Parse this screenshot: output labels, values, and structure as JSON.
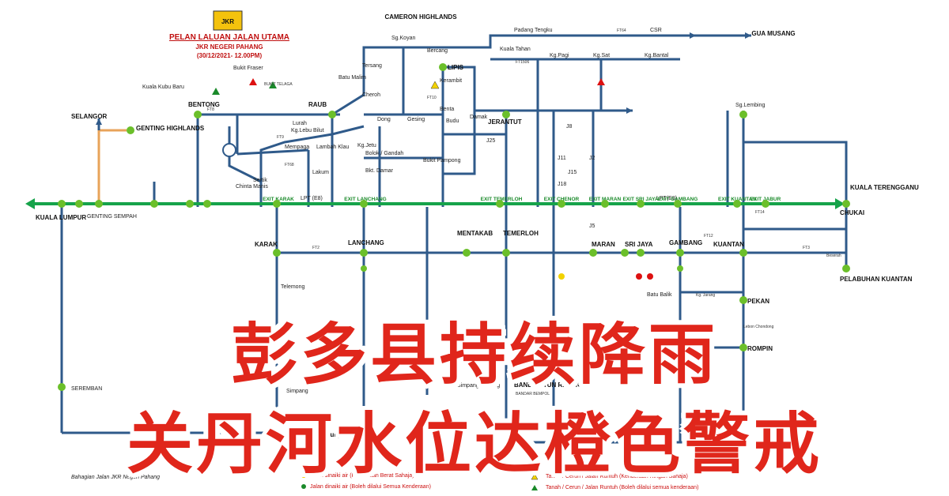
{
  "header": {
    "title": "PELAN LALUAN JALAN UTAMA",
    "subtitle": "JKR NEGERI PAHANG",
    "date": "(30/12/2021- 12.00PM)",
    "logo_text": "JKR"
  },
  "headline": {
    "line1": "彭多县持续降雨",
    "line2": "关丹河水位达橙色警戒"
  },
  "footer_credit": "Bahagian Jalan JKR Negeri Pahang",
  "highway": {
    "name": "LPT (E8)",
    "name2": "LPT(E8)",
    "exits": [
      "EXIT KARAK",
      "EXIT LANCHANG",
      "EXIT TEMERLOH",
      "EXIT CHENOR",
      "EXIT MARAN",
      "EXIT SRI JAYA",
      "EXIT GAMBANG",
      "EXIT KUANTAN",
      "EXIT JABUR"
    ]
  },
  "places": {
    "cameron_highlands": "CAMERON HIGHLANDS",
    "gua_musang": "GUA MUSANG",
    "selangor": "SELANGOR",
    "genting_highlands": "GENTING HIGHLANDS",
    "bentong": "BENTONG",
    "raub": "RAUB",
    "lipis": "LIPIS",
    "jerantut": "JERANTUT",
    "kuala_lumpur": "KUALA LUMPUR",
    "kuala_terengganu": "KUALA TERENGGANU",
    "chukai": "CHUKAI",
    "karak": "KARAK",
    "lanchang": "LANCHANG",
    "mentakab": "MENTAKAB",
    "temerloh": "TEMERLOH",
    "maran": "MARAN",
    "sri_jaya": "SRI JAYA",
    "gambang": "GAMBANG",
    "kuantan": "KUANTAN",
    "pelabuhan_kuantan": "PELABUHAN KUANTAN",
    "pekan": "PEKAN",
    "rompin": "ROMPIN",
    "seremban": "SEREMBAN",
    "genting_sempah": "GENTING SEMPAH",
    "sg_koyan": "Sg.Koyan",
    "bercang": "Bercang",
    "padang_tengku": "Padang Tengku",
    "kuala_tahan": "Kuala Tahan",
    "kg_pagi": "Kg.Pagi",
    "kg_sat": "Kg.Sat",
    "kg_bantal": "Kg.Bantal",
    "sg_lembing": "Sg.Lembing",
    "tersang": "Tersang",
    "batu_malim": "Batu Malim",
    "kerambit": "Kerambit",
    "benta": "Benta",
    "budu": "Budu",
    "damak": "Damak",
    "cheroh": "Cheroh",
    "dong": "Dong",
    "gesing": "Gesing",
    "bukit_fraser": "Bukit Fraser",
    "bukit_telaga": "BUKIT TELAGA",
    "kuala_kubu_baru": "Kuala Kubu Baru",
    "lurah": "Lurah",
    "kg_lebu_bilut": "Kg.Lebu Bilut",
    "mempaga": "Mempaga",
    "lambah_klau": "Lambah Klau",
    "kg_jetu": "Kg.Jetu",
    "bolok_gandah": "Bolok / Gandah",
    "bkt_damar": "Bkt. Damar",
    "lakum": "Lakum",
    "sertik": "Sertik",
    "chinta_manis": "Chinta Manis",
    "bukit_pampong": "Bukit Pampong",
    "telemong": "Telemong",
    "simpang": "Simpang",
    "simpang_pertang": "Simpang Pertang",
    "bandar_tun_razak": "BANDAR TUN RAZAK",
    "batu_balik": "Batu Balik",
    "kg_jarang": "Kg. Jarang",
    "lebon_chondong": "Lebon Chondong",
    "bandar_bemtol": "BANDAR BEMPOL",
    "beserah": "Beserah"
  },
  "roads": {
    "j8": "J8",
    "j25": "J25",
    "j11": "J11",
    "j15": "J15",
    "j18": "J18",
    "j2": "J2",
    "j5": "J5",
    "ft2": "FT2",
    "ft8": "FT8",
    "ft64": "FT64",
    "ft68": "FT68",
    "ft14": "FT14",
    "ft3": "FT3",
    "ft12": "FT12",
    "ft10": "FT10",
    "ft9": "FT9",
    "ft1506": "FT1506",
    "csr": "CSR"
  },
  "legend": {
    "title": "Petunjuk",
    "items": [
      "Jalan dinaiki air (Kenderaan Berat Sahaja)",
      "Jalan dinaiki air (Boleh dilalui Semua Kenderaan)",
      "Tanah / Cerun / Jalan Runtuh (Kenderaan Ringan Sahaja)",
      "Tanah / Cerun / Jalan Runtuh (Boleh dilalui semua kenderaan)"
    ]
  },
  "colors": {
    "road": "#2f5a8a",
    "highway": "#16a34a",
    "node": "#6bbf2a",
    "headline": "#e0261b",
    "alert": "#cc1111",
    "orange_road": "#e8a35a"
  }
}
